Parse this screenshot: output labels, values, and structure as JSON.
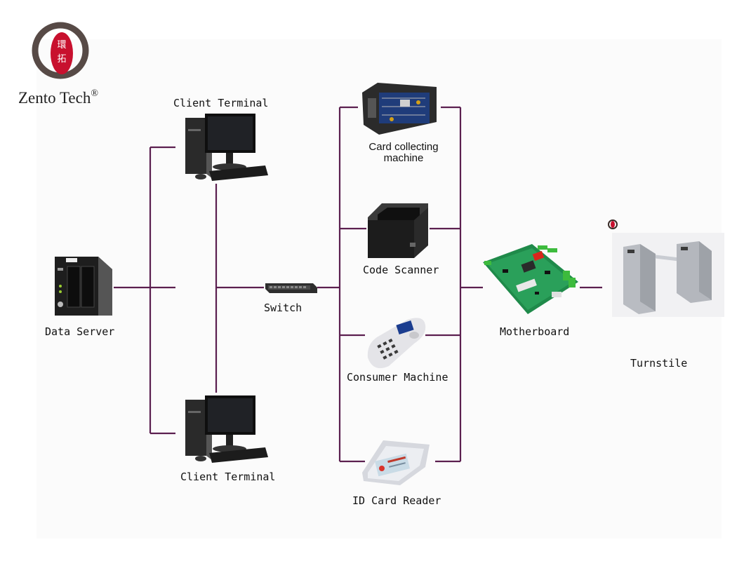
{
  "brand": {
    "name": "Zento Tech",
    "registered_mark": "®",
    "logo_glyphs": [
      "環",
      "拓"
    ]
  },
  "nodes": {
    "data_server": "Data Server",
    "client_terminal_top": "Client Terminal",
    "client_terminal_bottom": "Client Terminal",
    "switch": "Switch",
    "card_collecting_machine_line1": "Card collecting",
    "card_collecting_machine_line2": "machine",
    "code_scanner": "Code Scanner",
    "consumer_machine": "Consumer Machine",
    "id_card_reader": "ID Card Reader",
    "motherboard": "Motherboard",
    "turnstile": "Turnstile"
  },
  "colors": {
    "connector": "#5b1f4f",
    "logo_red": "#c8102e"
  }
}
